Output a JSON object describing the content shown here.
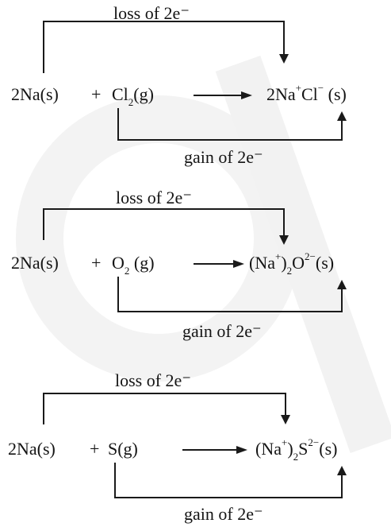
{
  "reactions": [
    {
      "loss": "loss of 2e⁻",
      "reactant1": "2Na(s)",
      "plus": "+",
      "reactant2_base": "Cl",
      "reactant2_sub": "2",
      "reactant2_phase": "(g)",
      "product_pre": "2Na",
      "product_sup1": "+",
      "product_mid": "Cl",
      "product_sup2": "−",
      "product_phase": " (s)",
      "gain": "gain of 2e⁻"
    },
    {
      "loss": "loss of 2e⁻",
      "reactant1": "2Na(s)",
      "plus": "+",
      "reactant2_base": "O",
      "reactant2_sub": "2",
      "reactant2_phase": " (g)",
      "product_pre": "(Na",
      "product_sup1": "+",
      "product_close": ")",
      "product_sub": "2",
      "product_mid": "O",
      "product_sup2": "2−",
      "product_phase": "(s)",
      "gain": "gain of 2e⁻"
    },
    {
      "loss": "loss of 2e⁻",
      "reactant1": "2Na(s)",
      "plus": "+",
      "reactant2_base": "S(g)",
      "product_pre": "(Na",
      "product_sup1": "+",
      "product_close": ")",
      "product_sub": "2",
      "product_mid": "S",
      "product_sup2": "2−",
      "product_phase": "(s)",
      "gain": "gain of 2e⁻"
    }
  ],
  "colors": {
    "ink": "#1a1a1a",
    "watermark": "#f3f3f3"
  }
}
